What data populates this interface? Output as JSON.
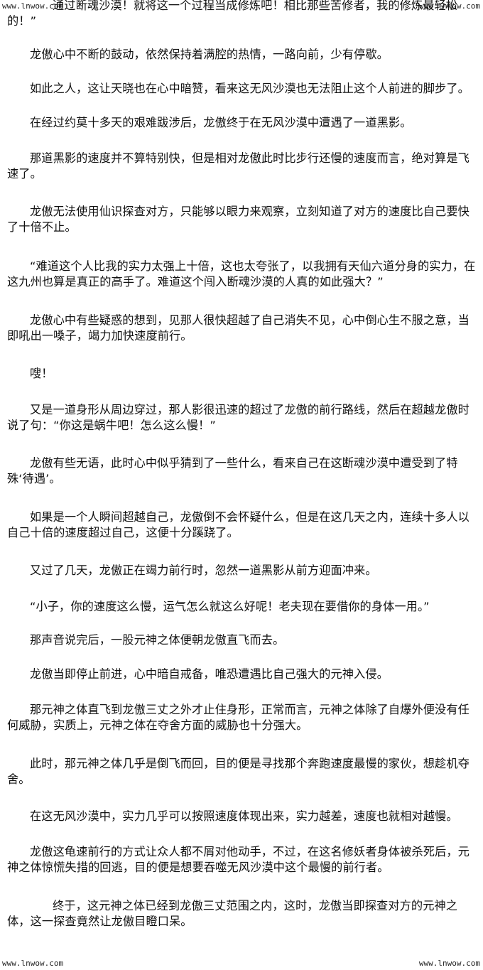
{
  "watermarks": {
    "top_left": "www.lnwow.com",
    "top_right": "www.lnwow.com",
    "bottom_left": "www.lnwow.com",
    "bottom_right": "www.lnwow.com"
  },
  "paragraphs": [
    "通过断魂沙漠！就将这一个过程当成修炼吧！相比那些苦修者，我的修炼最轻松的！”",
    "龙傲心中不断的鼓动，依然保持着满腔的热情，一路向前，少有停歇。",
    "如此之人，这让天晓也在心中暗赞，看来这无风沙漠也无法阻止这个人前进的脚步了。",
    "在经过约莫十多天的艰难跋涉后，龙傲终于在无风沙漠中遭遇了一道黑影。",
    "那道黑影的速度并不算特别快，但是相对龙傲此时比步行还慢的速度而言，绝对算是飞速了。",
    "龙傲无法使用仙识探查对方，只能够以眼力来观察，立刻知道了对方的速度比自己要快了十倍不止。",
    "“难道这个人比我的实力太强上十倍，这也太夸张了，以我拥有天仙六道分身的实力，在这九州也算是真正的高手了。难道这个闯入断魂沙漠的人真的如此强大？”",
    "龙傲心中有些疑惑的想到，见那人很快超越了自己消失不见，心中倒心生不服之意，当即吼出一嗓子，竭力加快速度前行。",
    "嗖！",
    "又是一道身形从周边穿过，那人影很迅速的超过了龙傲的前行路线，然后在超越龙傲时说了句：“你这是蜗牛吧！怎么这么慢！”",
    "龙傲有些无语，此时心中似乎猜到了一些什么，看来自己在这断魂沙漠中遭受到了特殊‘待遇’。",
    "如果是一个人瞬间超越自己，龙傲倒不会怀疑什么，但是在这几天之内，连续十多人以自己十倍的速度超过自己，这便十分蹊跷了。",
    "又过了几天，龙傲正在竭力前行时，忽然一道黑影从前方迎面冲来。",
    "“小子，你的速度这么慢，运气怎么就这么好呢！老夫现在要借你的身体一用。”",
    "那声音说完后，一股元神之体便朝龙傲直飞而去。",
    "龙傲当即停止前进，心中暗自戒备，唯恐遭遇比自己强大的元神入侵。",
    "那元神之体直飞到龙傲三丈之外才止住身形，正常而言，元神之体除了自爆外便没有任何威胁，实质上，元神之体在夺舍方面的威胁也十分强大。",
    "此时，那元神之体几乎是倒飞而回，目的便是寻找那个奔跑速度最慢的家伙，想趁机夺舍。",
    "在这无风沙漠中，实力几乎可以按照速度体现出来，实力越差，速度也就相对越慢。",
    "龙傲这龟速前行的方式让众人都不屑对他动手，不过，在这名修妖者身体被杀死后，元神之体惊慌失措的回逃，目的便是想要吞噬无风沙漠中这个最慢的前行者。",
    "终于，这元神之体已经到龙傲三丈范围之内，这时，龙傲当即探查对方的元神之体，这一探查竟然让龙傲目瞪口呆。"
  ]
}
